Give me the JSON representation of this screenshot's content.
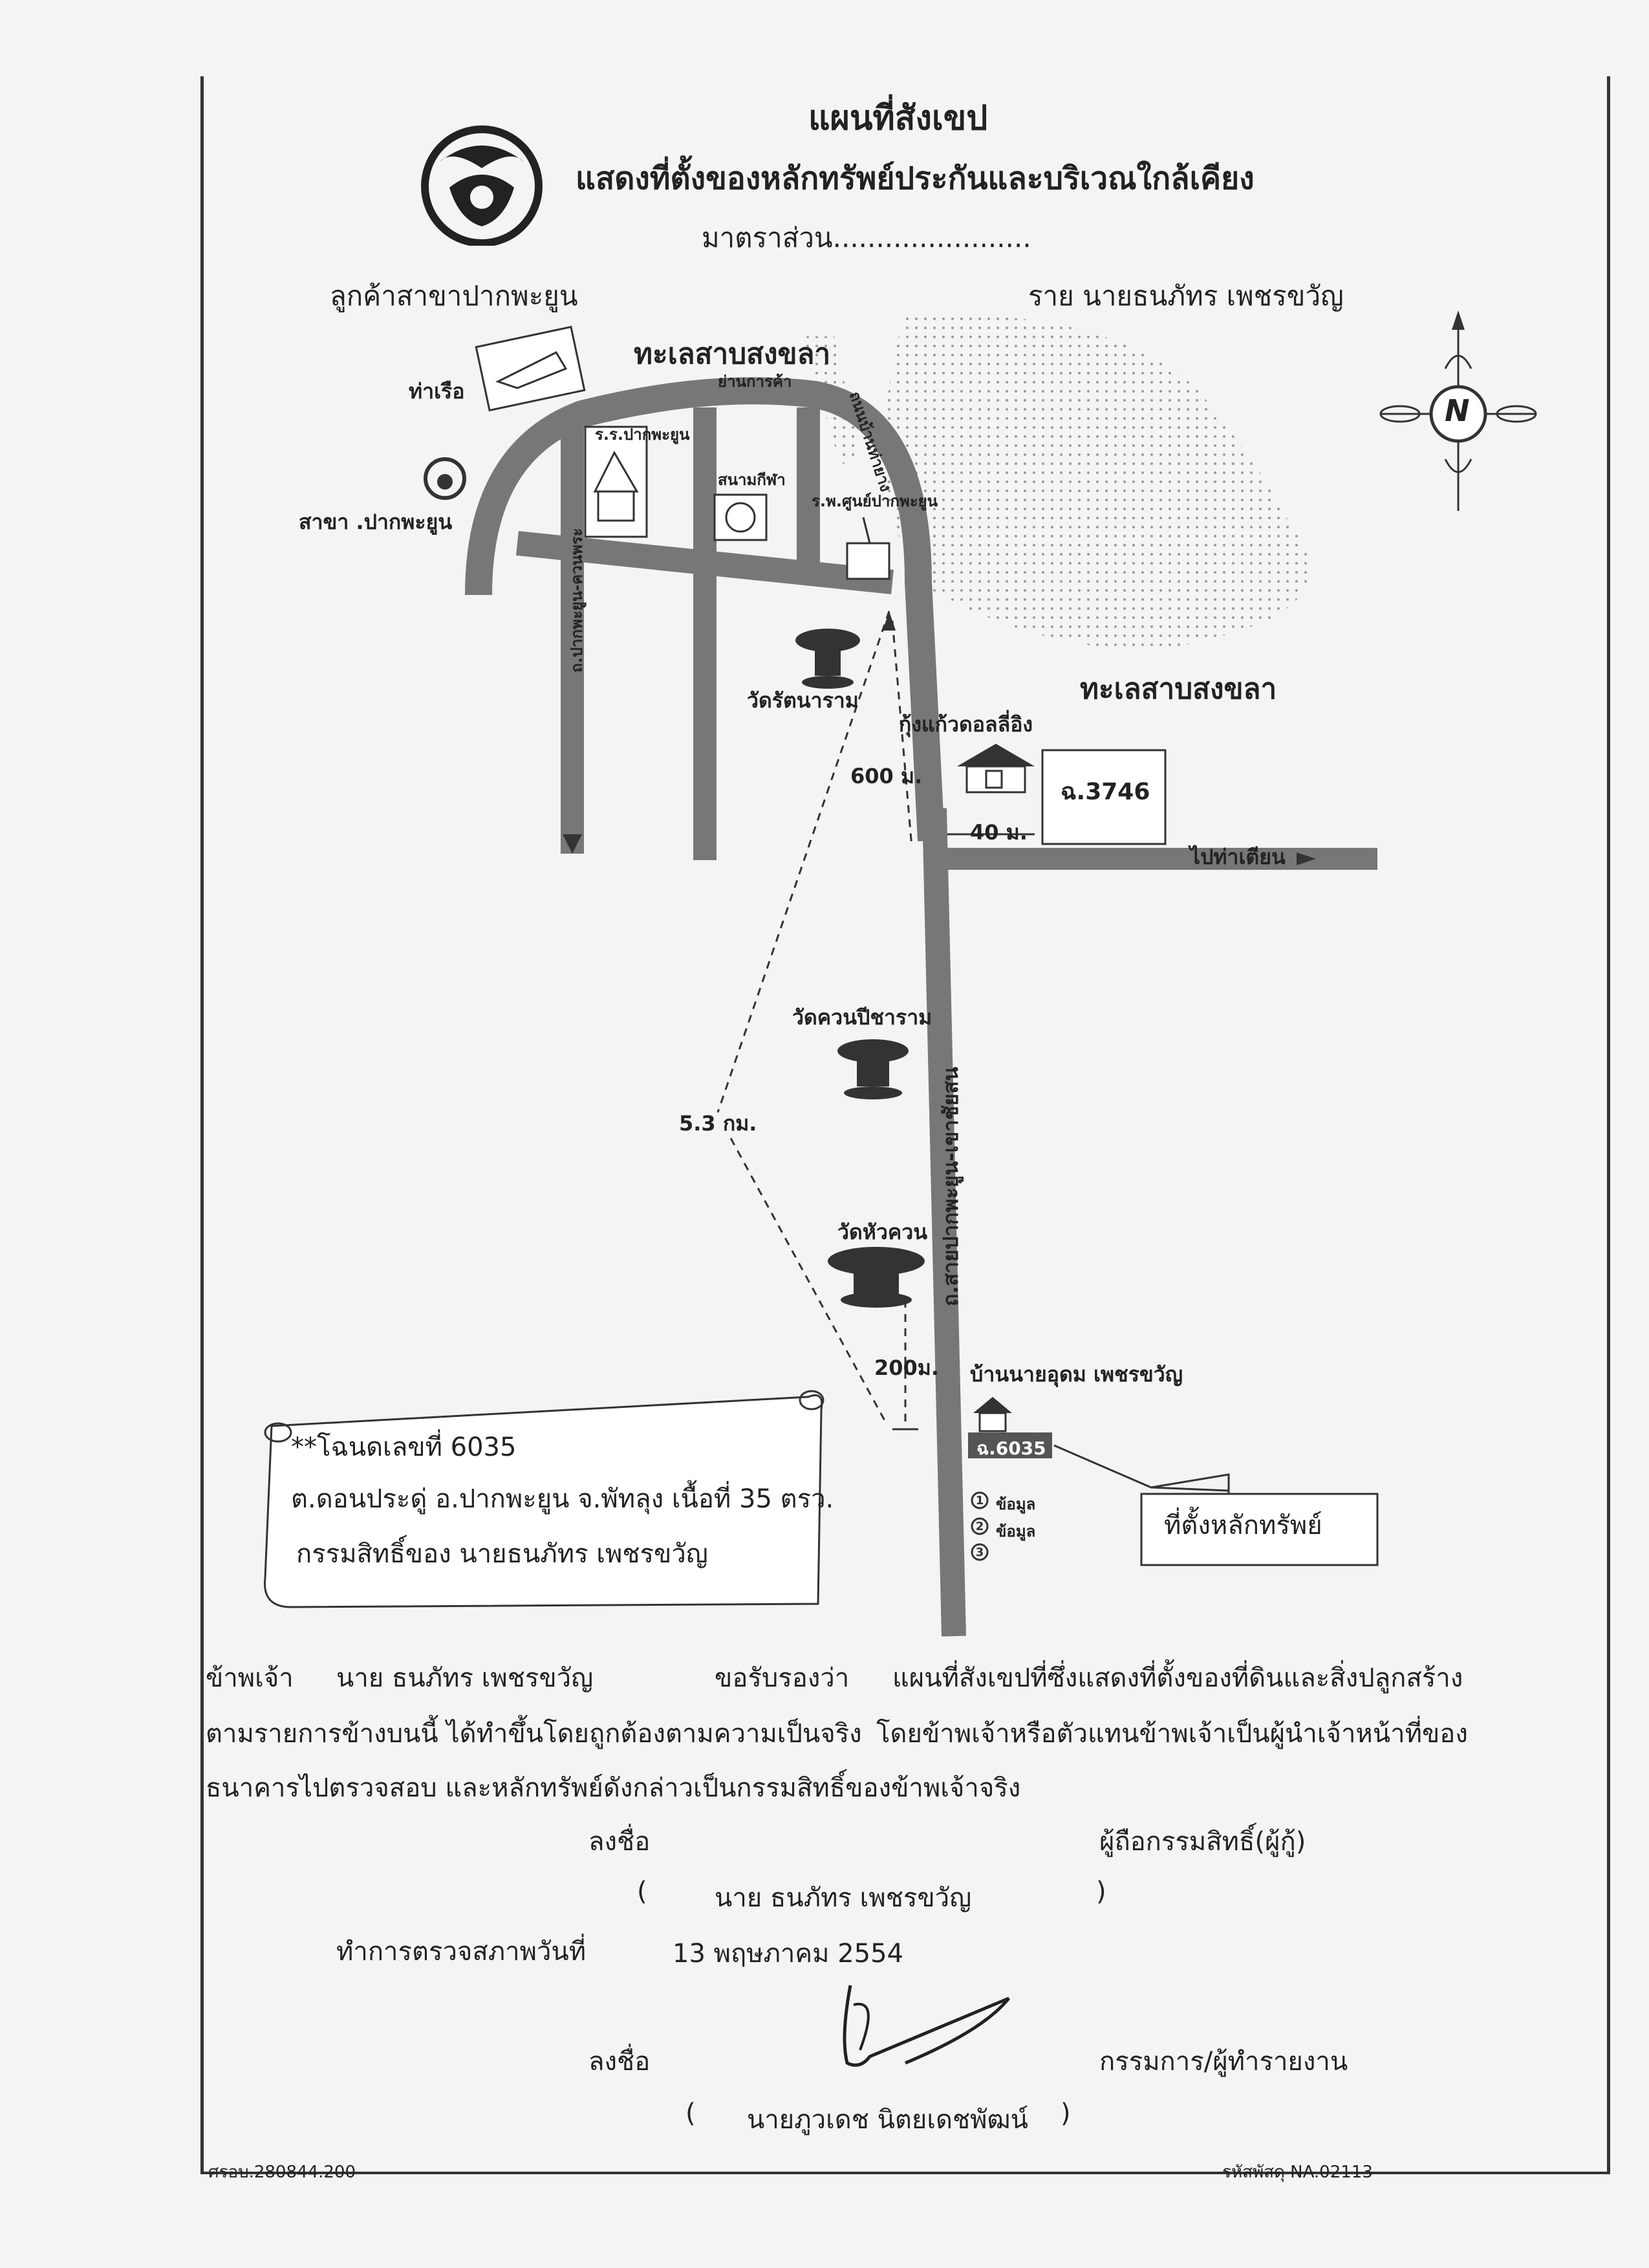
{
  "header": {
    "title": "แผนที่สังเขป",
    "subtitle": "แสดงที่ตั้งของหลักทรัพย์ประกันและบริเวณใกล้เคียง",
    "scale": "มาตราส่วน.......................",
    "customer_branch": "ลูกค้าสาขาปากพะยูน",
    "customer_name": "ราย  นายธนภัทร เพชรขวัญ"
  },
  "compass": {
    "label": "N"
  },
  "map": {
    "lake_north": "ทะเลสาบสงขลา",
    "lake_east": "ทะเลสาบสงขลา",
    "pier": "ท่าเรือ",
    "market": "ย่านการค้า",
    "branch": "สาขา .ปากพะยูน",
    "school": "ร.ร.ปากพะยูน",
    "stadium": "สนามกีฬา",
    "hospital": "ร.พ.ศูนย์ปากพะยูน",
    "road_left": "ถ.ปากพะยูน-ควนพระ",
    "road_top": "ถนนบ้านท่ายาง",
    "road_main": "ถ.สายปากพะยูน-เขาชัยสน",
    "temple1": "วัดรัตนาราม",
    "shrimp": "กุ้งแก้วดอลลี่อิง",
    "plot1": "ฉ.3746",
    "d600": "600 ม.",
    "d40": "40 ม.",
    "to_tatian": "ไปท่าเตียน",
    "temple2": "วัดควนปีชาราม",
    "d53": "5.3 กม.",
    "temple3": "วัดหัวควน",
    "d200": "200ม.",
    "neighbor": "บ้านนายอุดม เพชรขวัญ",
    "plot2": "ฉ.6035",
    "n1": "ข้อมูล",
    "n2": "ข้อมูล",
    "collateral": "ที่ตั้งหลักทรัพย์"
  },
  "scroll": {
    "line1": "**โฉนดเลขที่ 6035",
    "line2": "ต.ดอนประดู่  อ.ปากพะยูน  จ.พัทลุง  เนื้อที่ 35 ตรว.",
    "line3": "กรรมสิทธิ์ของ  นายธนภัทร    เพชรขวัญ"
  },
  "cert": {
    "w1": "ข้าพเจ้า",
    "w2": "นาย ธนภัทร เพชรขวัญ",
    "w3": "ขอรับรองว่า",
    "w4": "แผนที่สังเขปที่ซึ่งแสดงที่ตั้งของที่ดินและสิ่งปลูกสร้าง",
    "line2a": "ตามรายการข้างบนนี้  ได้ทำขึ้นโดยถูกต้องตามความเป็นจริง",
    "line2b": "โดยข้าพเจ้าหรือตัวแทนข้าพเจ้าเป็นผู้นำเจ้าหน้าที่ของ",
    "line3": "ธนาคารไปตรวจสอบ  และหลักทรัพย์ดังกล่าวเป็นกรรมสิทธิ์ของข้าพเจ้าจริง"
  },
  "sign": {
    "sign1": "ลงชื่อ",
    "role1": "ผู้ถือกรรมสิทธิ์(ผู้กู้)",
    "open1": "(",
    "name1": "นาย ธนภัทร เพชรขวัญ",
    "close1": ")",
    "inspect_label": "ทำการตรวจสภาพวันที่",
    "inspect_date": "13 พฤษภาคม 2554",
    "sign2": "ลงชื่อ",
    "role2": "กรรมการ/ผู้ทำรายงาน",
    "open2": "(",
    "name2": "นายภูวเดช  นิตยเดชพัฒน์",
    "close2": ")"
  },
  "footer": {
    "left": "ศรอบ.280844.200",
    "right": "รหัสพัสดุ NA.02113"
  }
}
